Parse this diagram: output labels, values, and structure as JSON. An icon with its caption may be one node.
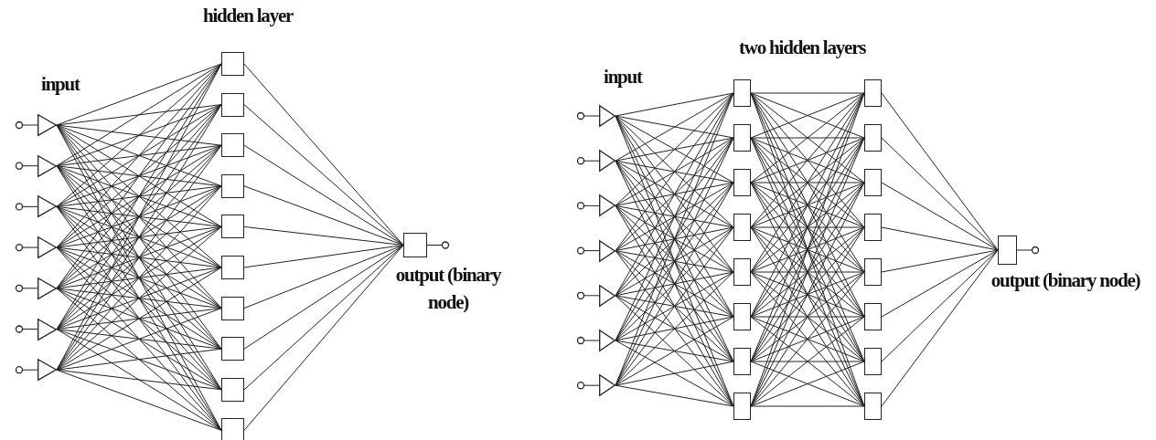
{
  "diagram": {
    "nodes": [
      {
        "text": [],
        "shape": "triangle"
      },
      {
        "text": [],
        "shape": "triangle"
      },
      {
        "text": [],
        "shape": "triangle"
      },
      {
        "text": [],
        "shape": "triangle"
      },
      {
        "text": [],
        "shape": "triangle"
      },
      {
        "text": [],
        "shape": "triangle"
      },
      {
        "text": [],
        "shape": "triangle"
      },
      {
        "text": [],
        "shape": "box"
      },
      {
        "text": [],
        "shape": "box"
      },
      {
        "text": [],
        "shape": "box"
      },
      {
        "text": [],
        "shape": "box"
      },
      {
        "text": [],
        "shape": "box"
      },
      {
        "text": [],
        "shape": "box"
      },
      {
        "text": [],
        "shape": "box"
      },
      {
        "text": [],
        "shape": "box"
      },
      {
        "text": [],
        "shape": "box"
      },
      {
        "text": [],
        "shape": "box"
      },
      {
        "text": [],
        "shape": "box",
        "beside": [
          "output (binary node)"
        ]
      },
      {
        "text": [],
        "shape": "triangle"
      },
      {
        "text": [],
        "shape": "triangle"
      },
      {
        "text": [],
        "shape": "triangle"
      },
      {
        "text": [],
        "shape": "triangle"
      },
      {
        "text": [],
        "shape": "triangle"
      },
      {
        "text": [],
        "shape": "triangle"
      },
      {
        "text": [],
        "shape": "triangle"
      },
      {
        "text": [],
        "shape": "box"
      },
      {
        "text": [],
        "shape": "box"
      },
      {
        "text": [],
        "shape": "box"
      },
      {
        "text": [],
        "shape": "box"
      },
      {
        "text": [],
        "shape": "box"
      },
      {
        "text": [],
        "shape": "box"
      },
      {
        "text": [],
        "shape": "box"
      },
      {
        "text": [],
        "shape": "box"
      },
      {
        "text": [],
        "shape": "box"
      },
      {
        "text": [],
        "shape": "box"
      },
      {
        "text": [],
        "shape": "box"
      },
      {
        "text": [],
        "shape": "box"
      },
      {
        "text": [],
        "shape": "box"
      },
      {
        "text": [],
        "shape": "box"
      },
      {
        "text": [],
        "shape": "box"
      },
      {
        "text": [],
        "shape": "box"
      },
      {
        "text": [],
        "shape": "box",
        "beside": [
          "output (binary node)"
        ]
      }
    ],
    "edges": [
      {
        "from": null,
        "to": 0,
        "arrow": "other"
      },
      {
        "from": null,
        "to": 1,
        "arrow": "other"
      },
      {
        "from": null,
        "to": 2,
        "arrow": "other"
      },
      {
        "from": null,
        "to": 3,
        "arrow": "other"
      },
      {
        "from": null,
        "to": 4,
        "arrow": "other"
      },
      {
        "from": null,
        "to": 5,
        "arrow": "other"
      },
      {
        "from": null,
        "to": 6,
        "arrow": "other"
      },
      {
        "from": 0,
        "to": 7,
        "arrow": "none"
      },
      {
        "from": 0,
        "to": 8,
        "arrow": "none"
      },
      {
        "from": 0,
        "to": 9,
        "arrow": "none"
      },
      {
        "from": 0,
        "to": 10,
        "arrow": "none"
      },
      {
        "from": 0,
        "to": 11,
        "arrow": "none"
      },
      {
        "from": 0,
        "to": 12,
        "arrow": "none"
      },
      {
        "from": 0,
        "to": 13,
        "arrow": "none"
      },
      {
        "from": 0,
        "to": 14,
        "arrow": "none"
      },
      {
        "from": 0,
        "to": 15,
        "arrow": "none"
      },
      {
        "from": 0,
        "to": 16,
        "arrow": "none"
      },
      {
        "from": 1,
        "to": 7,
        "arrow": "none"
      },
      {
        "from": 1,
        "to": 8,
        "arrow": "none"
      },
      {
        "from": 1,
        "to": 9,
        "arrow": "none"
      },
      {
        "from": 1,
        "to": 10,
        "arrow": "none"
      },
      {
        "from": 1,
        "to": 11,
        "arrow": "none"
      },
      {
        "from": 1,
        "to": 12,
        "arrow": "none"
      },
      {
        "from": 1,
        "to": 13,
        "arrow": "none"
      },
      {
        "from": 1,
        "to": 14,
        "arrow": "none"
      },
      {
        "from": 1,
        "to": 15,
        "arrow": "none"
      },
      {
        "from": 1,
        "to": 16,
        "arrow": "none"
      },
      {
        "from": 2,
        "to": 7,
        "arrow": "none"
      },
      {
        "from": 2,
        "to": 8,
        "arrow": "none"
      },
      {
        "from": 2,
        "to": 9,
        "arrow": "none"
      },
      {
        "from": 2,
        "to": 10,
        "arrow": "none"
      },
      {
        "from": 2,
        "to": 11,
        "arrow": "none"
      },
      {
        "from": 2,
        "to": 12,
        "arrow": "none"
      },
      {
        "from": 2,
        "to": 13,
        "arrow": "none"
      },
      {
        "from": 2,
        "to": 14,
        "arrow": "none"
      },
      {
        "from": 2,
        "to": 15,
        "arrow": "none"
      },
      {
        "from": 2,
        "to": 16,
        "arrow": "none"
      },
      {
        "from": 3,
        "to": 7,
        "arrow": "none"
      },
      {
        "from": 3,
        "to": 8,
        "arrow": "none"
      },
      {
        "from": 3,
        "to": 9,
        "arrow": "none"
      },
      {
        "from": 3,
        "to": 10,
        "arrow": "none"
      },
      {
        "from": 3,
        "to": 11,
        "arrow": "none"
      },
      {
        "from": 3,
        "to": 12,
        "arrow": "none"
      },
      {
        "from": 3,
        "to": 13,
        "arrow": "none"
      },
      {
        "from": 3,
        "to": 14,
        "arrow": "none"
      },
      {
        "from": 3,
        "to": 15,
        "arrow": "none"
      },
      {
        "from": 3,
        "to": 16,
        "arrow": "none"
      },
      {
        "from": 4,
        "to": 7,
        "arrow": "none"
      },
      {
        "from": 4,
        "to": 8,
        "arrow": "none"
      },
      {
        "from": 4,
        "to": 9,
        "arrow": "none"
      },
      {
        "from": 4,
        "to": 10,
        "arrow": "none"
      },
      {
        "from": 4,
        "to": 11,
        "arrow": "none"
      },
      {
        "from": 4,
        "to": 12,
        "arrow": "none"
      },
      {
        "from": 4,
        "to": 13,
        "arrow": "none"
      },
      {
        "from": 4,
        "to": 14,
        "arrow": "none"
      },
      {
        "from": 4,
        "to": 15,
        "arrow": "none"
      },
      {
        "from": 4,
        "to": 16,
        "arrow": "none"
      },
      {
        "from": 5,
        "to": 7,
        "arrow": "none"
      },
      {
        "from": 5,
        "to": 8,
        "arrow": "none"
      },
      {
        "from": 5,
        "to": 9,
        "arrow": "none"
      },
      {
        "from": 5,
        "to": 10,
        "arrow": "none"
      },
      {
        "from": 5,
        "to": 11,
        "arrow": "none"
      },
      {
        "from": 5,
        "to": 12,
        "arrow": "none"
      },
      {
        "from": 5,
        "to": 13,
        "arrow": "none"
      },
      {
        "from": 5,
        "to": 14,
        "arrow": "none"
      },
      {
        "from": 5,
        "to": 15,
        "arrow": "none"
      },
      {
        "from": 5,
        "to": 16,
        "arrow": "none"
      },
      {
        "from": 6,
        "to": 7,
        "arrow": "none"
      },
      {
        "from": 6,
        "to": 8,
        "arrow": "none"
      },
      {
        "from": 6,
        "to": 9,
        "arrow": "none"
      },
      {
        "from": 6,
        "to": 10,
        "arrow": "none"
      },
      {
        "from": 6,
        "to": 11,
        "arrow": "none"
      },
      {
        "from": 6,
        "to": 12,
        "arrow": "none"
      },
      {
        "from": 6,
        "to": 13,
        "arrow": "none"
      },
      {
        "from": 6,
        "to": 14,
        "arrow": "none"
      },
      {
        "from": 6,
        "to": 15,
        "arrow": "none"
      },
      {
        "from": 6,
        "to": 16,
        "arrow": "none"
      },
      {
        "from": 7,
        "to": 17,
        "arrow": "none"
      },
      {
        "from": 8,
        "to": 17,
        "arrow": "none"
      },
      {
        "from": 9,
        "to": 17,
        "arrow": "none"
      },
      {
        "from": 10,
        "to": 17,
        "arrow": "none"
      },
      {
        "from": 11,
        "to": 17,
        "arrow": "none"
      },
      {
        "from": 12,
        "to": 17,
        "arrow": "none"
      },
      {
        "from": 13,
        "to": 17,
        "arrow": "none"
      },
      {
        "from": 14,
        "to": 17,
        "arrow": "none"
      },
      {
        "from": 15,
        "to": 17,
        "arrow": "none"
      },
      {
        "from": 16,
        "to": 17,
        "arrow": "none"
      },
      {
        "from": 17,
        "to": null,
        "arrow": "other"
      },
      {
        "from": null,
        "to": 18,
        "arrow": "other"
      },
      {
        "from": null,
        "to": 19,
        "arrow": "other"
      },
      {
        "from": null,
        "to": 20,
        "arrow": "other"
      },
      {
        "from": null,
        "to": 21,
        "arrow": "other"
      },
      {
        "from": null,
        "to": 22,
        "arrow": "other"
      },
      {
        "from": null,
        "to": 23,
        "arrow": "other"
      },
      {
        "from": null,
        "to": 24,
        "arrow": "other"
      },
      {
        "from": 18,
        "to": 25,
        "arrow": "none"
      },
      {
        "from": 18,
        "to": 26,
        "arrow": "none"
      },
      {
        "from": 18,
        "to": 27,
        "arrow": "none"
      },
      {
        "from": 18,
        "to": 28,
        "arrow": "none"
      },
      {
        "from": 18,
        "to": 29,
        "arrow": "none"
      },
      {
        "from": 18,
        "to": 30,
        "arrow": "none"
      },
      {
        "from": 18,
        "to": 31,
        "arrow": "none"
      },
      {
        "from": 18,
        "to": 32,
        "arrow": "none"
      },
      {
        "from": 19,
        "to": 25,
        "arrow": "none"
      },
      {
        "from": 19,
        "to": 26,
        "arrow": "none"
      },
      {
        "from": 19,
        "to": 27,
        "arrow": "none"
      },
      {
        "from": 19,
        "to": 28,
        "arrow": "none"
      },
      {
        "from": 19,
        "to": 29,
        "arrow": "none"
      },
      {
        "from": 19,
        "to": 30,
        "arrow": "none"
      },
      {
        "from": 19,
        "to": 31,
        "arrow": "none"
      },
      {
        "from": 19,
        "to": 32,
        "arrow": "none"
      },
      {
        "from": 20,
        "to": 25,
        "arrow": "none"
      },
      {
        "from": 20,
        "to": 26,
        "arrow": "none"
      },
      {
        "from": 20,
        "to": 27,
        "arrow": "none"
      },
      {
        "from": 20,
        "to": 28,
        "arrow": "none"
      },
      {
        "from": 20,
        "to": 29,
        "arrow": "none"
      },
      {
        "from": 20,
        "to": 30,
        "arrow": "none"
      },
      {
        "from": 20,
        "to": 31,
        "arrow": "none"
      },
      {
        "from": 20,
        "to": 32,
        "arrow": "none"
      },
      {
        "from": 21,
        "to": 25,
        "arrow": "none"
      },
      {
        "from": 21,
        "to": 26,
        "arrow": "none"
      },
      {
        "from": 21,
        "to": 27,
        "arrow": "none"
      },
      {
        "from": 21,
        "to": 28,
        "arrow": "none"
      },
      {
        "from": 21,
        "to": 29,
        "arrow": "none"
      },
      {
        "from": 21,
        "to": 30,
        "arrow": "none"
      },
      {
        "from": 21,
        "to": 31,
        "arrow": "none"
      },
      {
        "from": 21,
        "to": 32,
        "arrow": "none"
      },
      {
        "from": 22,
        "to": 25,
        "arrow": "none"
      },
      {
        "from": 22,
        "to": 26,
        "arrow": "none"
      },
      {
        "from": 22,
        "to": 27,
        "arrow": "none"
      },
      {
        "from": 22,
        "to": 28,
        "arrow": "none"
      },
      {
        "from": 22,
        "to": 29,
        "arrow": "none"
      },
      {
        "from": 22,
        "to": 30,
        "arrow": "none"
      },
      {
        "from": 22,
        "to": 31,
        "arrow": "none"
      },
      {
        "from": 22,
        "to": 32,
        "arrow": "none"
      },
      {
        "from": 23,
        "to": 25,
        "arrow": "none"
      },
      {
        "from": 23,
        "to": 26,
        "arrow": "none"
      },
      {
        "from": 23,
        "to": 27,
        "arrow": "none"
      },
      {
        "from": 23,
        "to": 28,
        "arrow": "none"
      },
      {
        "from": 23,
        "to": 29,
        "arrow": "none"
      },
      {
        "from": 23,
        "to": 30,
        "arrow": "none"
      },
      {
        "from": 23,
        "to": 31,
        "arrow": "none"
      },
      {
        "from": 23,
        "to": 32,
        "arrow": "none"
      },
      {
        "from": 24,
        "to": 25,
        "arrow": "none"
      },
      {
        "from": 24,
        "to": 26,
        "arrow": "none"
      },
      {
        "from": 24,
        "to": 27,
        "arrow": "none"
      },
      {
        "from": 24,
        "to": 28,
        "arrow": "none"
      },
      {
        "from": 24,
        "to": 29,
        "arrow": "none"
      },
      {
        "from": 24,
        "to": 30,
        "arrow": "none"
      },
      {
        "from": 24,
        "to": 31,
        "arrow": "none"
      },
      {
        "from": 24,
        "to": 32,
        "arrow": "none"
      },
      {
        "from": 25,
        "to": 33,
        "arrow": "none"
      },
      {
        "from": 25,
        "to": 34,
        "arrow": "none"
      },
      {
        "from": 25,
        "to": 35,
        "arrow": "none"
      },
      {
        "from": 25,
        "to": 36,
        "arrow": "none"
      },
      {
        "from": 25,
        "to": 37,
        "arrow": "none"
      },
      {
        "from": 25,
        "to": 38,
        "arrow": "none"
      },
      {
        "from": 25,
        "to": 39,
        "arrow": "none"
      },
      {
        "from": 25,
        "to": 40,
        "arrow": "none"
      },
      {
        "from": 26,
        "to": 33,
        "arrow": "none"
      },
      {
        "from": 26,
        "to": 34,
        "arrow": "none"
      },
      {
        "from": 26,
        "to": 35,
        "arrow": "none"
      },
      {
        "from": 26,
        "to": 36,
        "arrow": "none"
      },
      {
        "from": 26,
        "to": 37,
        "arrow": "none"
      },
      {
        "from": 26,
        "to": 38,
        "arrow": "none"
      },
      {
        "from": 26,
        "to": 39,
        "arrow": "none"
      },
      {
        "from": 26,
        "to": 40,
        "arrow": "none"
      },
      {
        "from": 27,
        "to": 33,
        "arrow": "none"
      },
      {
        "from": 27,
        "to": 34,
        "arrow": "none"
      },
      {
        "from": 27,
        "to": 35,
        "arrow": "none"
      },
      {
        "from": 27,
        "to": 36,
        "arrow": "none"
      },
      {
        "from": 27,
        "to": 37,
        "arrow": "none"
      },
      {
        "from": 27,
        "to": 38,
        "arrow": "none"
      },
      {
        "from": 27,
        "to": 39,
        "arrow": "none"
      },
      {
        "from": 27,
        "to": 40,
        "arrow": "none"
      },
      {
        "from": 28,
        "to": 33,
        "arrow": "none"
      },
      {
        "from": 28,
        "to": 34,
        "arrow": "none"
      },
      {
        "from": 28,
        "to": 35,
        "arrow": "none"
      },
      {
        "from": 28,
        "to": 36,
        "arrow": "none"
      },
      {
        "from": 28,
        "to": 37,
        "arrow": "none"
      },
      {
        "from": 28,
        "to": 38,
        "arrow": "none"
      },
      {
        "from": 28,
        "to": 39,
        "arrow": "none"
      },
      {
        "from": 28,
        "to": 40,
        "arrow": "none"
      },
      {
        "from": 29,
        "to": 33,
        "arrow": "none"
      },
      {
        "from": 29,
        "to": 34,
        "arrow": "none"
      },
      {
        "from": 29,
        "to": 35,
        "arrow": "none"
      },
      {
        "from": 29,
        "to": 36,
        "arrow": "none"
      },
      {
        "from": 29,
        "to": 37,
        "arrow": "none"
      },
      {
        "from": 29,
        "to": 38,
        "arrow": "none"
      },
      {
        "from": 29,
        "to": 39,
        "arrow": "none"
      },
      {
        "from": 29,
        "to": 40,
        "arrow": "none"
      },
      {
        "from": 30,
        "to": 33,
        "arrow": "none"
      },
      {
        "from": 30,
        "to": 34,
        "arrow": "none"
      },
      {
        "from": 30,
        "to": 35,
        "arrow": "none"
      },
      {
        "from": 30,
        "to": 36,
        "arrow": "none"
      },
      {
        "from": 30,
        "to": 37,
        "arrow": "none"
      },
      {
        "from": 30,
        "to": 38,
        "arrow": "none"
      },
      {
        "from": 30,
        "to": 39,
        "arrow": "none"
      },
      {
        "from": 30,
        "to": 40,
        "arrow": "none"
      },
      {
        "from": 31,
        "to": 33,
        "arrow": "none"
      },
      {
        "from": 31,
        "to": 34,
        "arrow": "none"
      },
      {
        "from": 31,
        "to": 35,
        "arrow": "none"
      },
      {
        "from": 31,
        "to": 36,
        "arrow": "none"
      },
      {
        "from": 31,
        "to": 37,
        "arrow": "none"
      },
      {
        "from": 31,
        "to": 38,
        "arrow": "none"
      },
      {
        "from": 31,
        "to": 39,
        "arrow": "none"
      },
      {
        "from": 31,
        "to": 40,
        "arrow": "none"
      },
      {
        "from": 32,
        "to": 33,
        "arrow": "none"
      },
      {
        "from": 32,
        "to": 34,
        "arrow": "none"
      },
      {
        "from": 32,
        "to": 35,
        "arrow": "none"
      },
      {
        "from": 32,
        "to": 36,
        "arrow": "none"
      },
      {
        "from": 32,
        "to": 37,
        "arrow": "none"
      },
      {
        "from": 32,
        "to": 38,
        "arrow": "none"
      },
      {
        "from": 32,
        "to": 39,
        "arrow": "none"
      },
      {
        "from": 32,
        "to": 40,
        "arrow": "none"
      },
      {
        "from": 33,
        "to": 41,
        "arrow": "none"
      },
      {
        "from": 34,
        "to": 41,
        "arrow": "none"
      },
      {
        "from": 35,
        "to": 41,
        "arrow": "none"
      },
      {
        "from": 36,
        "to": 41,
        "arrow": "none"
      },
      {
        "from": 37,
        "to": 41,
        "arrow": "none"
      },
      {
        "from": 38,
        "to": 41,
        "arrow": "none"
      },
      {
        "from": 39,
        "to": 41,
        "arrow": "none"
      },
      {
        "from": 40,
        "to": 41,
        "arrow": "none"
      },
      {
        "from": 41,
        "to": null,
        "arrow": "other"
      }
    ],
    "labels": [
      "hidden layer",
      "input",
      "two hidden layers",
      "input"
    ]
  }
}
